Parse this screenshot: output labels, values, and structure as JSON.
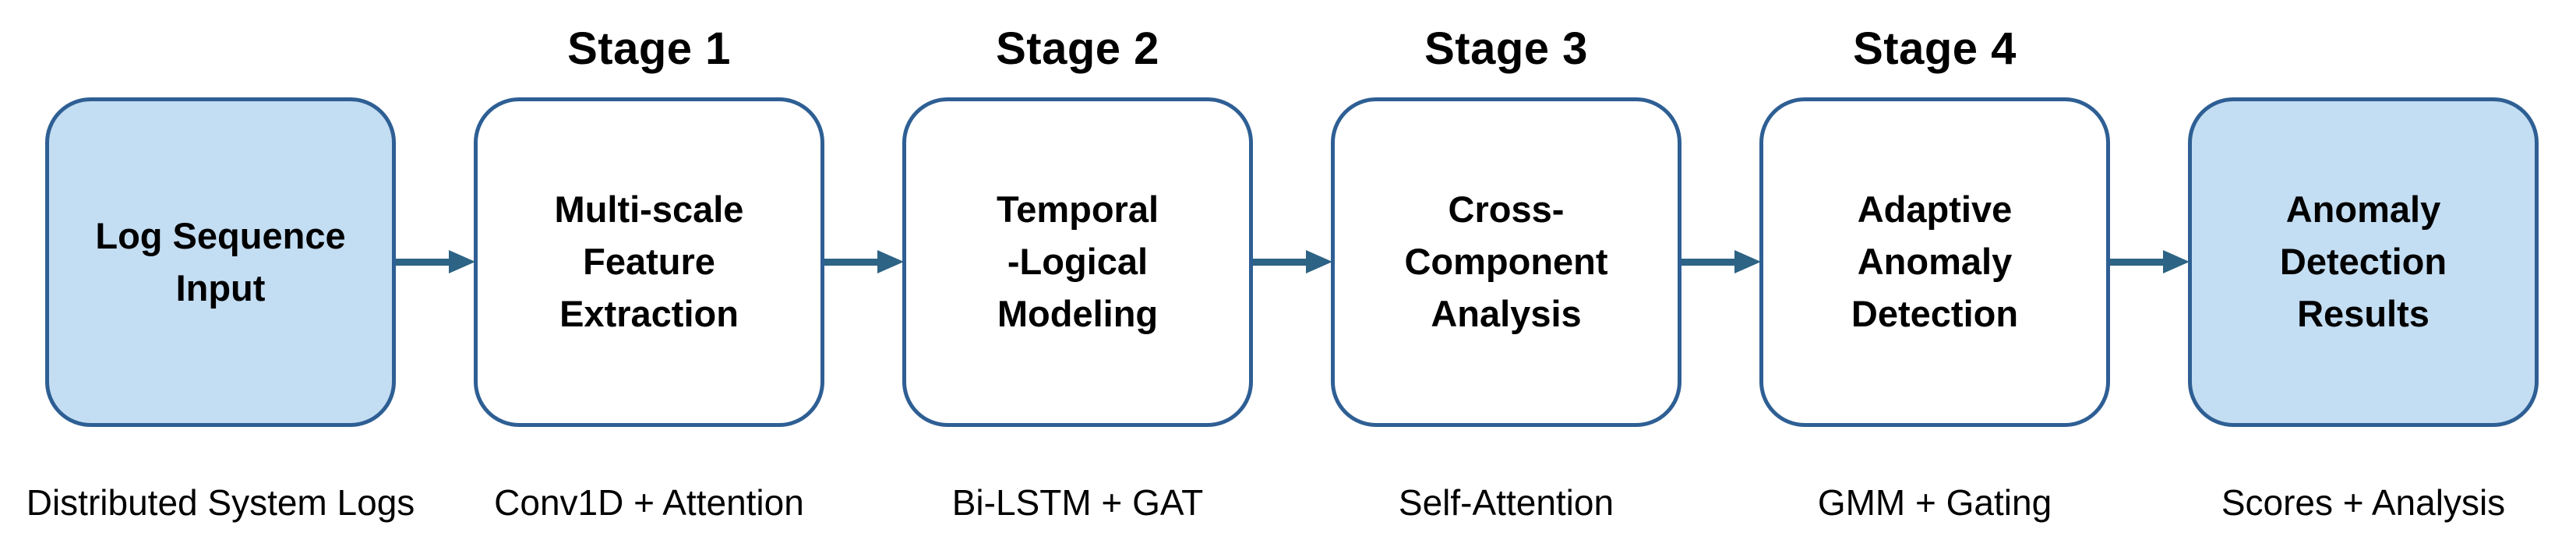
{
  "diagram": {
    "colors": {
      "box_fill_highlight": "#C3DDF2",
      "box_fill_default": "#FFFFFF",
      "box_border": "#2E5F94",
      "arrow": "#2D6384",
      "text": "#000000"
    },
    "nodes": [
      {
        "stage_label": "",
        "title": "Log Sequence\nInput",
        "caption": "Distributed System Logs",
        "highlighted": true
      },
      {
        "stage_label": "Stage 1",
        "title": "Multi-scale\nFeature\nExtraction",
        "caption": "Conv1D + Attention",
        "highlighted": false
      },
      {
        "stage_label": "Stage 2",
        "title": "Temporal\n-Logical\nModeling",
        "caption": "Bi-LSTM + GAT",
        "highlighted": false
      },
      {
        "stage_label": "Stage 3",
        "title": "Cross-\nComponent\nAnalysis",
        "caption": "Self-Attention",
        "highlighted": false
      },
      {
        "stage_label": "Stage 4",
        "title": "Adaptive\nAnomaly\nDetection",
        "caption": "GMM + Gating",
        "highlighted": false
      },
      {
        "stage_label": "",
        "title": "Anomaly\nDetection\nResults",
        "caption": "Scores + Analysis",
        "highlighted": true
      }
    ]
  }
}
